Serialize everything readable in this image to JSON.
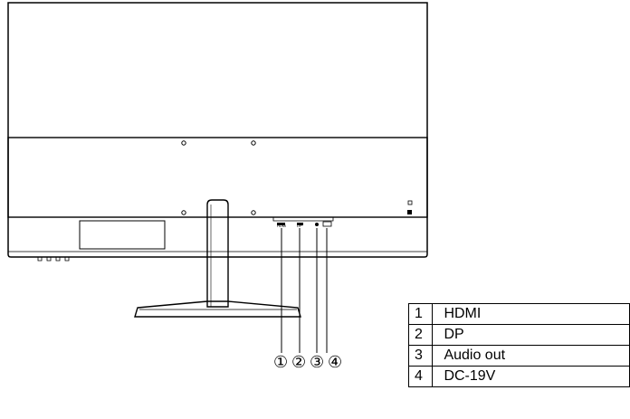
{
  "callouts": [
    "①",
    "②",
    "③",
    "④"
  ],
  "port_markings": {
    "hdmi": "HDMI",
    "dp": "DP"
  },
  "legend": [
    {
      "num": "1",
      "name": "HDMI"
    },
    {
      "num": "2",
      "name": "DP"
    },
    {
      "num": "3",
      "name": "Audio out"
    },
    {
      "num": "4",
      "name": "DC-19V"
    }
  ]
}
